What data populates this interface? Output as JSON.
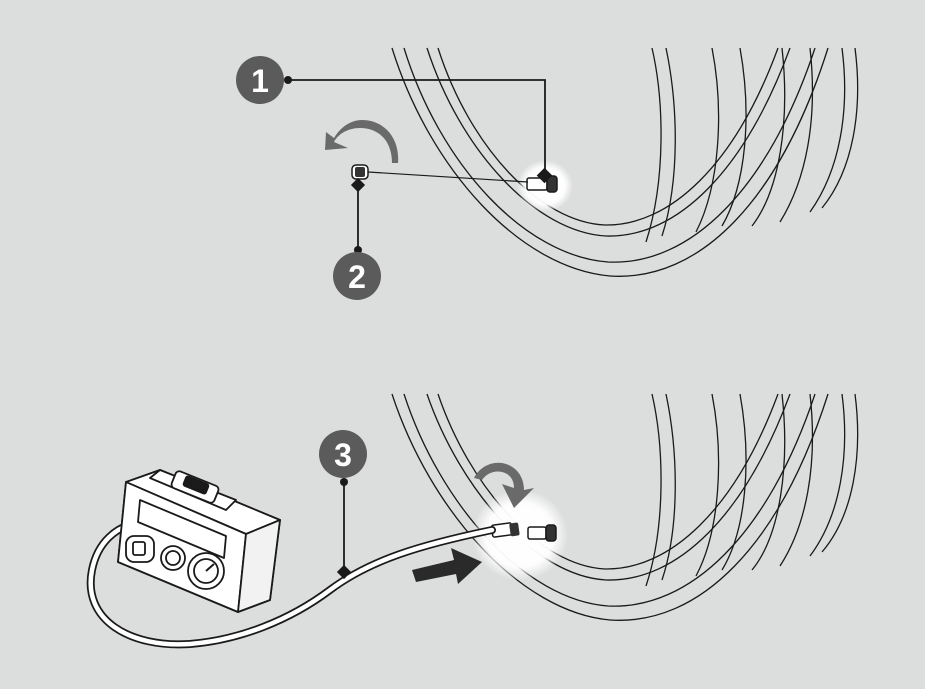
{
  "callouts": [
    {
      "label": "1"
    },
    {
      "label": "2"
    },
    {
      "label": "3"
    }
  ],
  "colors": {
    "background": "#dcdedd",
    "line": "#1a1a1a",
    "callout_fill": "#5b5b5b",
    "highlight": "#ffffff"
  }
}
